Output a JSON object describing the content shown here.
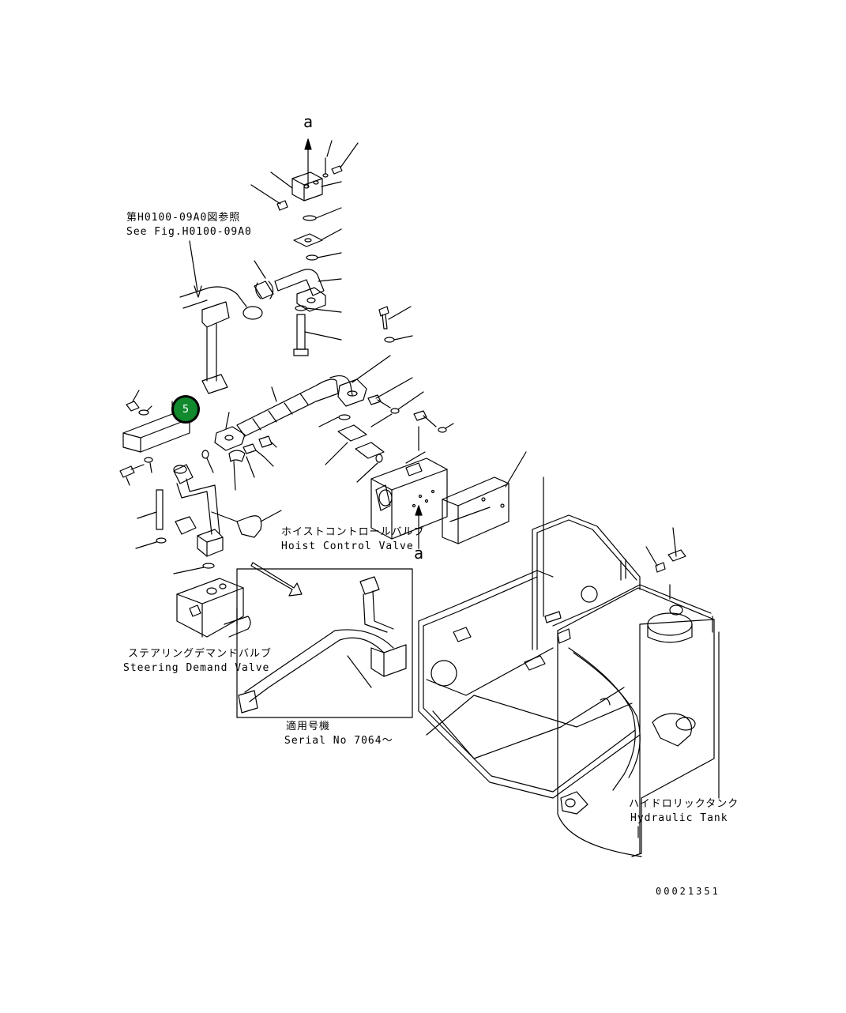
{
  "labels": {
    "arrow_top": "a",
    "arrow_bottom": "a",
    "see_fig_jp": "第H0100-09A0図参照",
    "see_fig_en": "See Fig.H0100-09A0",
    "hoist_jp": "ホイストコントロールバルブ",
    "hoist_en": "Hoist Control Valve",
    "steering_jp": "ステアリングデマンドバルブ",
    "steering_en": "Steering Demand Valve",
    "serial_jp": "適用号機",
    "serial_en": "Serial No 7064～",
    "tank_jp": "ハイドロリックタンク",
    "tank_en": "Hydraulic Tank",
    "drawing_no": "00021351"
  },
  "callout": {
    "number": "5",
    "color": "#118a2e"
  },
  "line_color": "#000000"
}
